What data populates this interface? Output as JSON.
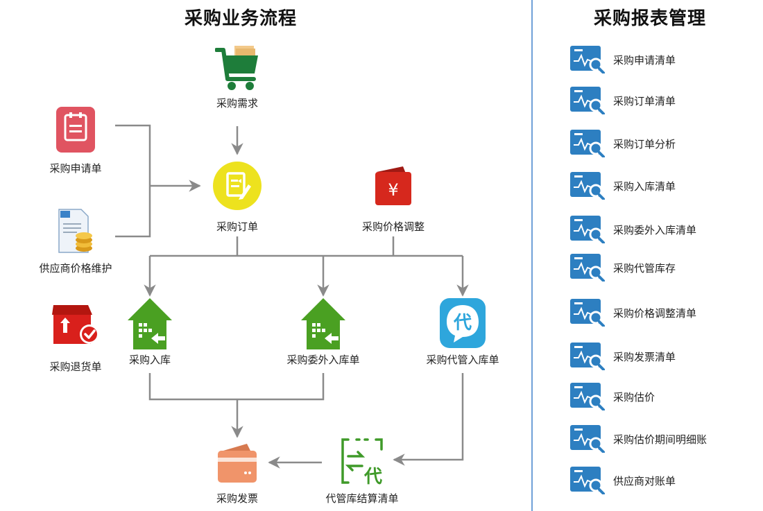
{
  "left_panel": {
    "title": "采购业务流程",
    "nodes": {
      "purchase_demand": "采购需求",
      "purchase_request": "采购申请单",
      "supplier_price": "供应商价格维护",
      "purchase_order": "采购订单",
      "price_adjust": "采购价格调整",
      "purchase_return": "采购退货单",
      "purchase_inbound": "采购入库",
      "outsourced_inbound": "采购委外入库单",
      "consign_inbound": "采购代管入库单",
      "invoice": "采购发票",
      "consign_settlement": "代管库结算清单"
    },
    "icon_glyphs": {
      "price_adjust": "¥",
      "consign_inbound": "代",
      "consign_settlement": "代"
    },
    "colors": {
      "arrow": "#8a8a8a",
      "cart": "#1e7d3a",
      "request_red": "#e05461",
      "order_yellow": "#ede21e",
      "price_red": "#d6281d",
      "return_red": "#d9201c",
      "house_green": "#4aa022",
      "consign_blue": "#2ea6dc",
      "invoice_orange": "#f0946a",
      "settlement_green": "#3f9a29"
    }
  },
  "right_panel": {
    "title": "采购报表管理",
    "reports": [
      "采购申请清单",
      "采购订单清单",
      "采购订单分析",
      "采购入库清单",
      "采购委外入库清单",
      "采购代管库存",
      "采购价格调整清单",
      "采购发票清单",
      "采购估价",
      "采购估价期间明细账",
      "供应商对账单"
    ],
    "report_icon": "report-chart-search-icon",
    "colors": {
      "report_icon_bg": "#2d7fc1",
      "divider": "#6fa0d8"
    }
  }
}
